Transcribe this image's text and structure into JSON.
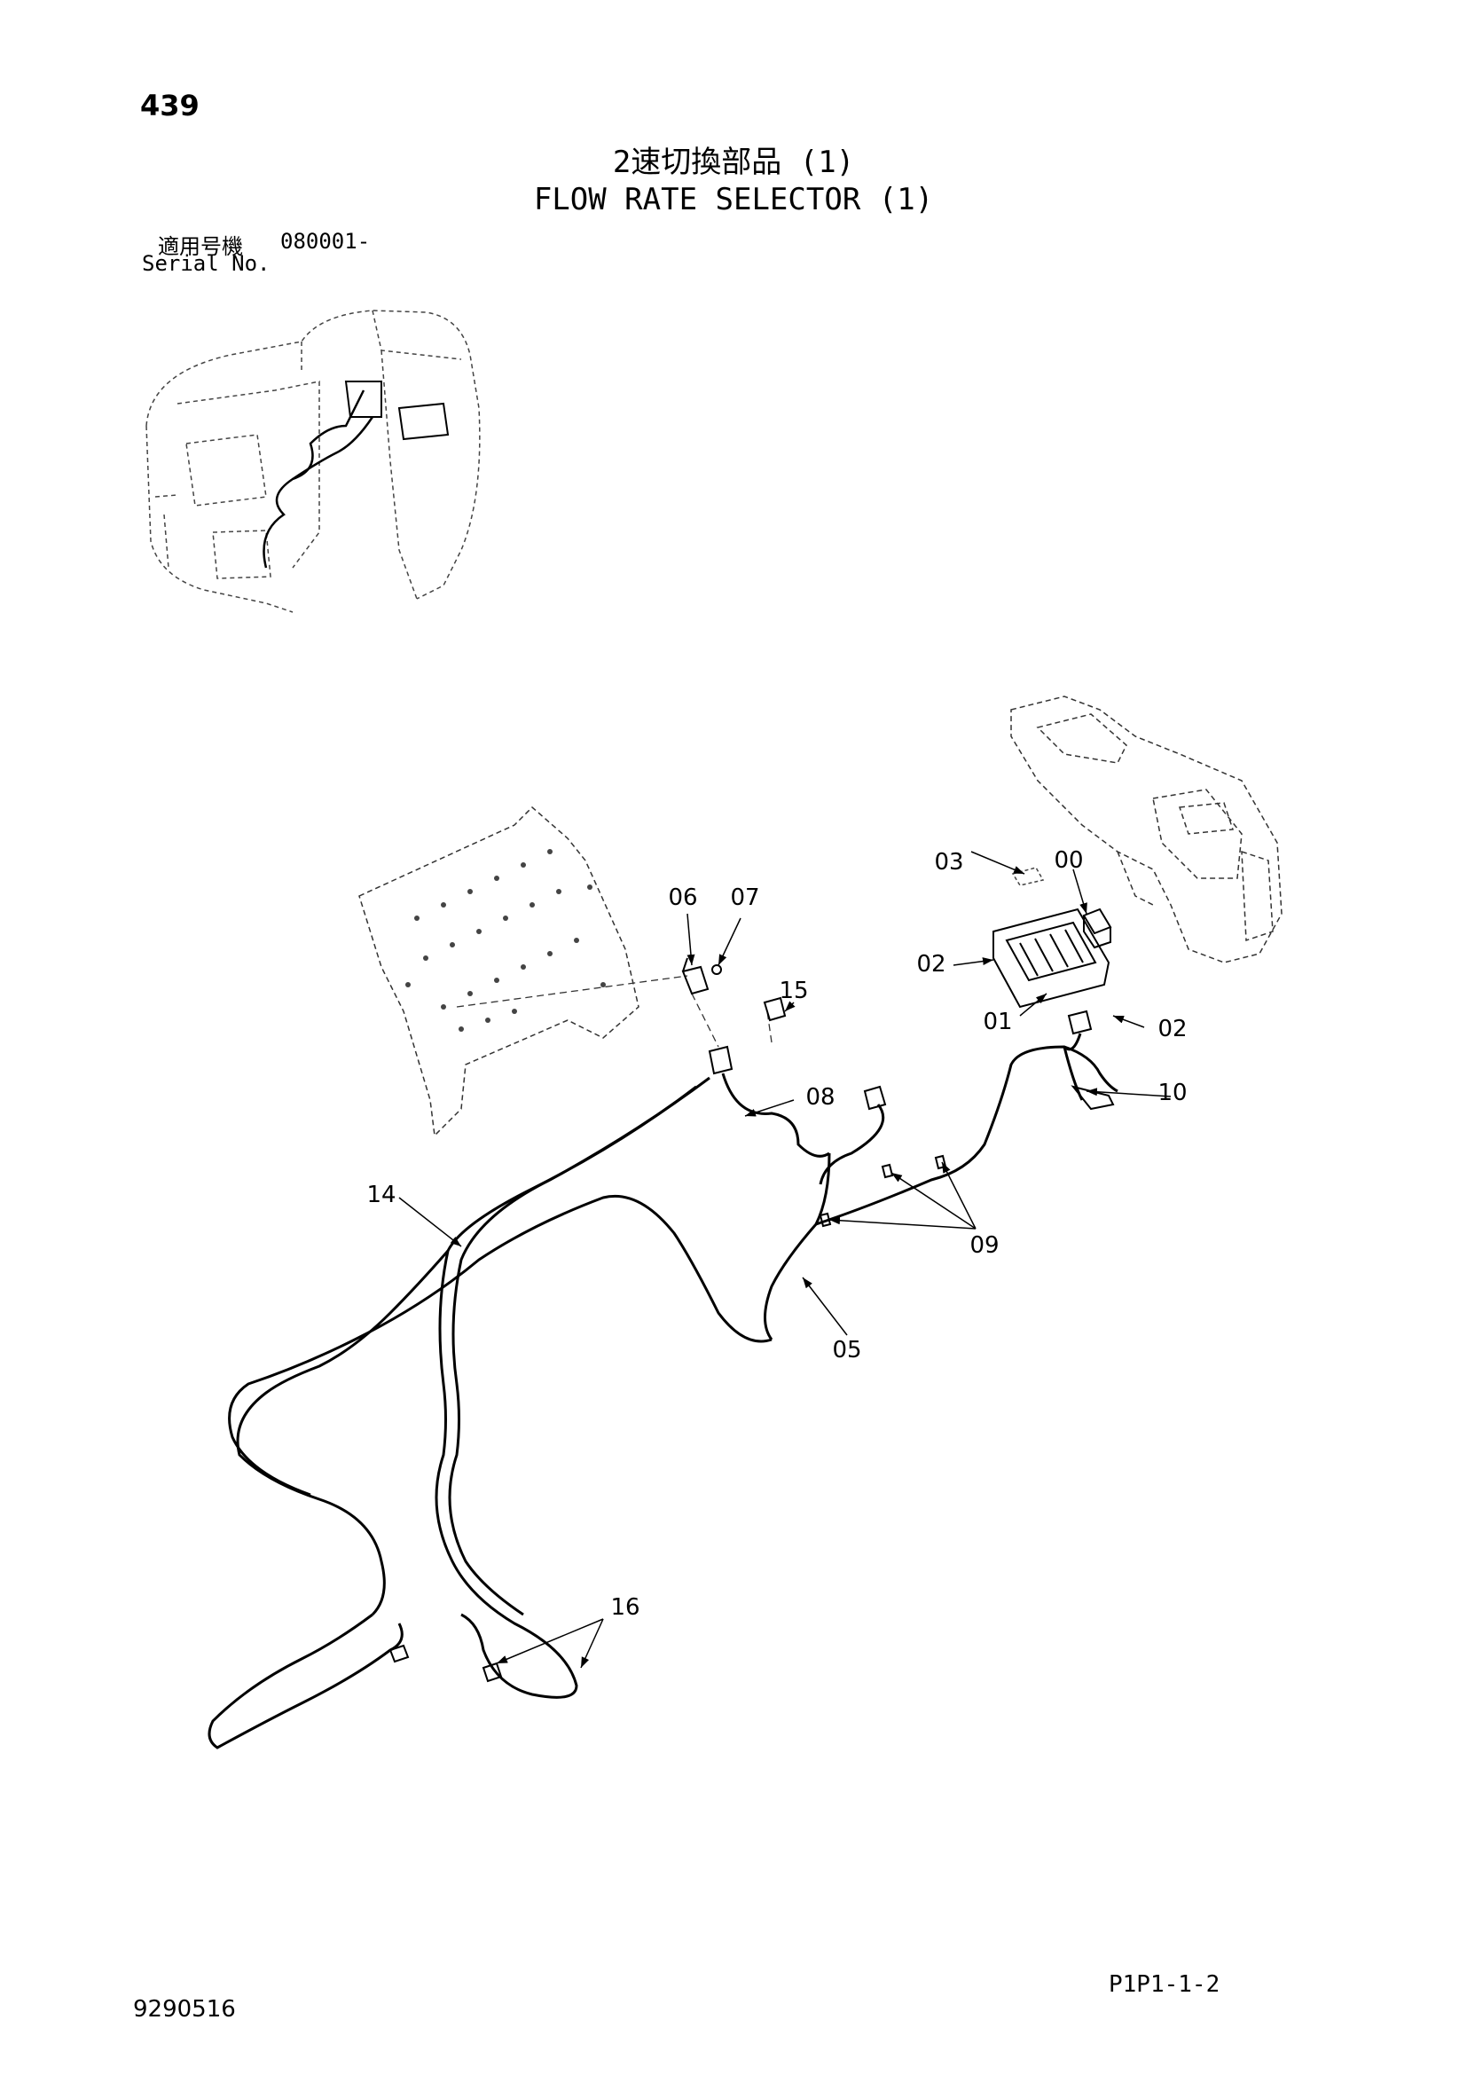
{
  "header": {
    "page_number": "439",
    "title_jp": "2速切換部品 (1)",
    "title_en": "FLOW RATE SELECTOR (1)",
    "serial_label_jp": "適用号機",
    "serial_value": "080001-",
    "serial_label_en": "Serial No."
  },
  "callouts": {
    "c00": "00",
    "c01": "01",
    "c02a": "02",
    "c02b": "02",
    "c03": "03",
    "c05": "05",
    "c06": "06",
    "c07": "07",
    "c08": "08",
    "c09": "09",
    "c10": "10",
    "c14": "14",
    "c15": "15",
    "c16": "16"
  },
  "footer": {
    "doc_id": "9290516",
    "page_code": "P1P1-1-2"
  }
}
